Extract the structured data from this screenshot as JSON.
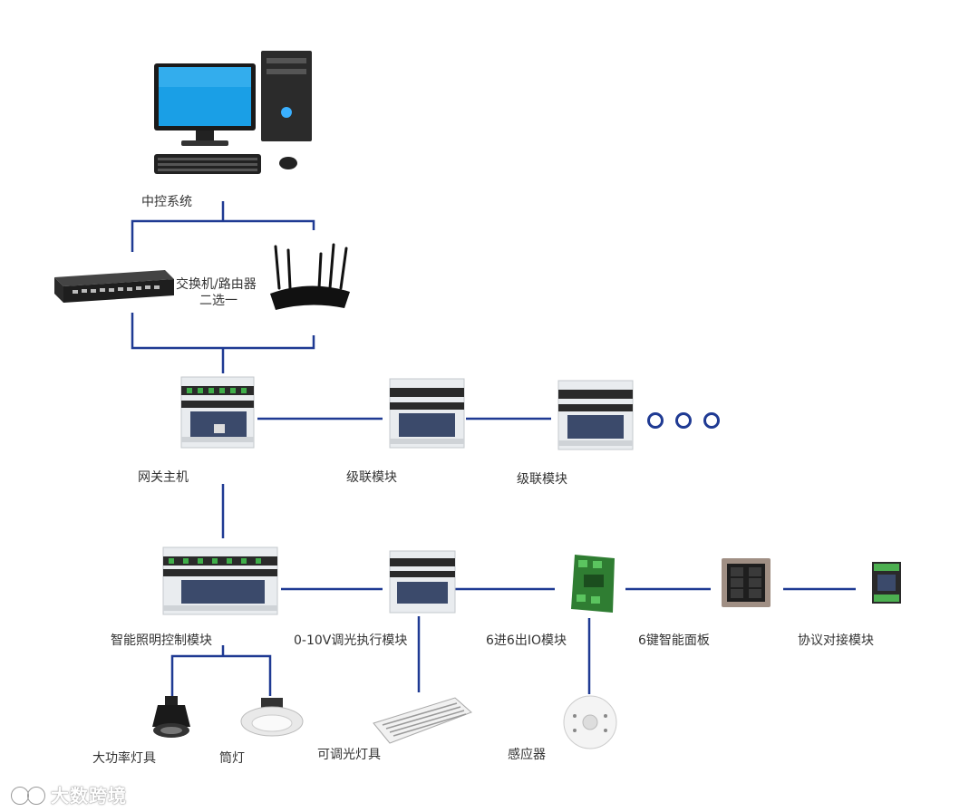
{
  "colors": {
    "line": "#1f3a93",
    "label": "#333333"
  },
  "labels": {
    "central": "中控系统",
    "switch_line1": "交换机/路由器",
    "switch_line2": "二选一",
    "gateway": "网关主机",
    "cascade1": "级联模块",
    "cascade2": "级联模块",
    "lighting_ctrl": "智能照明控制模块",
    "dimmer": "0-10V调光执行模块",
    "io": "6进6出IO模块",
    "panel": "6键智能面板",
    "protocol": "协议对接模块",
    "highpower": "大功率灯具",
    "downlight": "筒灯",
    "dimmable": "可调光灯具",
    "sensor": "感应器"
  },
  "watermark": "大数跨境",
  "icons": [
    "computer-icon",
    "switch-icon",
    "router-icon",
    "module-icon",
    "sensor-icon",
    "panel-icon"
  ]
}
